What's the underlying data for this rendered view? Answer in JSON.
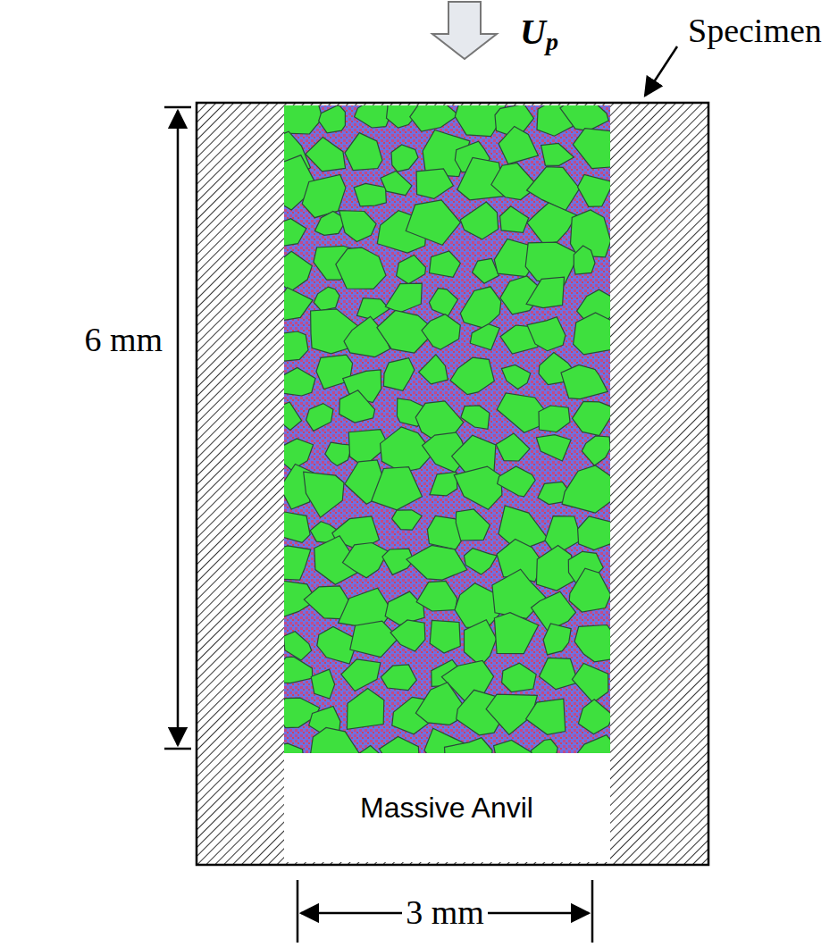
{
  "diagram": {
    "labels": [
      "Up",
      "Specimen",
      "6 mm",
      "Massive Anvil",
      "3 mm"
    ]
  }
}
